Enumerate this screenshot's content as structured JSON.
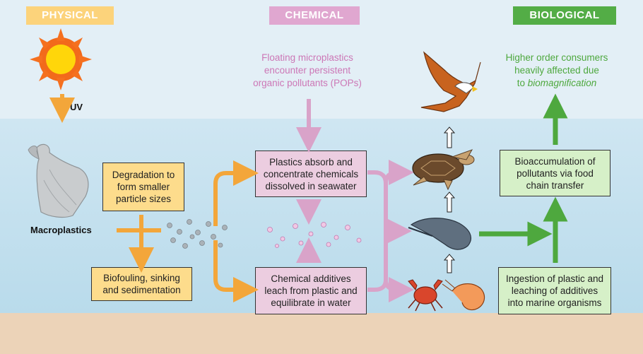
{
  "sections": {
    "physical": "PHYSICAL",
    "chemical": "CHEMICAL",
    "biological": "BIOLOGICAL"
  },
  "labels": {
    "uv": "UV",
    "macroplastics": "Macroplastics"
  },
  "captions": {
    "chemical_top": [
      "Floating microplastics",
      "encounter persistent",
      "organic pollutants (POPs)"
    ],
    "biological_top_line1": "Higher order consumers",
    "biological_top_line2": "heavily affected due",
    "biological_top_line3_prefix": "to ",
    "biological_top_line3_emph": "biomagnification"
  },
  "boxes": {
    "degradation": "Degradation to form smaller particle sizes",
    "biofouling": "Biofouling, sinking and sedimentation",
    "absorb": "Plastics absorb and concentrate chemicals dissolved in seawater",
    "leach": "Chemical additives leach from plastic and equilibrate in water",
    "bioaccumulation": "Bioaccumulation of pollutants via food chain transfer",
    "ingestion": "Ingestion of plastic and leaching of additives into marine organisms"
  },
  "colors": {
    "physical": "#f3a63a",
    "chemical": "#d9a3c9",
    "biological": "#4ea83e",
    "chemical_text": "#cc77b6",
    "biological_text": "#4ea83e"
  },
  "icons": [
    "sun-icon",
    "plastic-bag-icon",
    "eagle-icon",
    "turtle-icon",
    "stingray-icon",
    "crab-icon",
    "shrimp-icon"
  ]
}
